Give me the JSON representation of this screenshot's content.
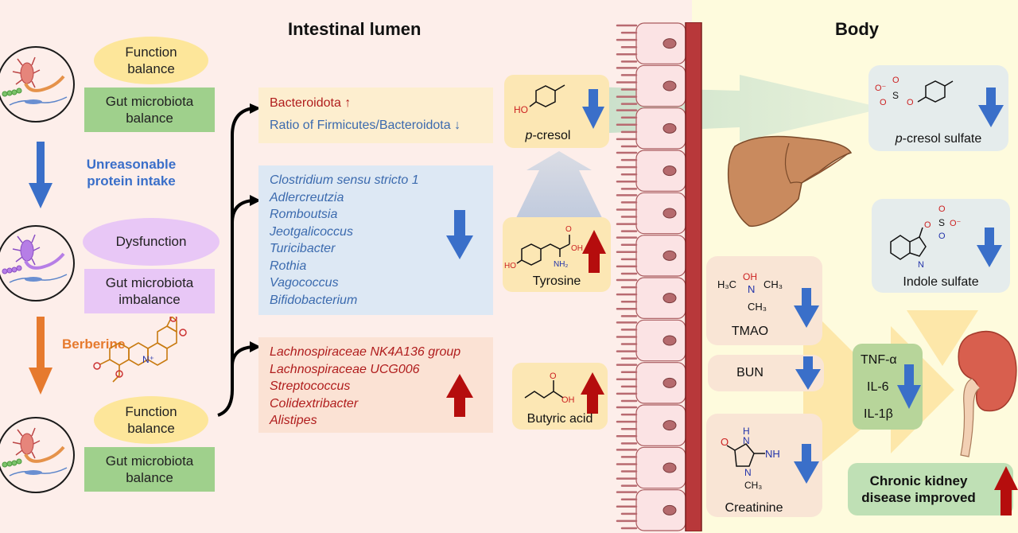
{
  "sections": {
    "lumen_title": "Intestinal lumen",
    "body_title": "Body"
  },
  "left_flow": {
    "state1": {
      "ellipse": "Function balance",
      "box": "Gut microbiota balance"
    },
    "transition1": "Unreasonable protein intake",
    "state2": {
      "ellipse": "Dysfunction",
      "box": "Gut microbiota imbalance"
    },
    "transition2": "Berberine",
    "state3": {
      "ellipse": "Function balance",
      "box": "Gut microbiota balance"
    }
  },
  "lumen_panels": {
    "phylum": [
      {
        "text": "Bacteroidota ↑",
        "trend": "up"
      },
      {
        "text": "Ratio of Firmicutes/Bacteroidota ↓",
        "trend": "down"
      }
    ],
    "decreased_genera": {
      "trend": "down",
      "items": [
        "Clostridium sensu stricto 1",
        "Adlercreutzia",
        "Romboutsia",
        "Jeotgalicoccus",
        "Turicibacter",
        "Rothia",
        "Vagococcus",
        "Bifidobacterium"
      ]
    },
    "increased_genera": {
      "trend": "up",
      "items": [
        "Lachnospiraceae NK4A136 group",
        "Lachnospiraceae UCG006",
        "Streptococcus",
        "Colidextribacter",
        "Alistipes"
      ]
    }
  },
  "metabolites_lumen": [
    {
      "name": "p-cresol",
      "prefix": "p",
      "suffix": "-cresol",
      "trend": "down"
    },
    {
      "name": "Tyrosine",
      "trend": "up"
    },
    {
      "name": "Butyric acid",
      "trend": "up"
    }
  ],
  "body_items": {
    "pcresol_sulfate": {
      "prefix": "p",
      "suffix": "-cresol sulfate",
      "trend": "down"
    },
    "indole_sulfate": {
      "label": "Indole sulfate",
      "trend": "down"
    },
    "tmao": {
      "label": "TMAO",
      "trend": "down"
    },
    "bun": {
      "label": "BUN",
      "trend": "down"
    },
    "creatinine": {
      "label": "Creatinine",
      "trend": "down"
    },
    "cytokines": {
      "items": [
        "TNF-α",
        "IL-6",
        "IL-1β"
      ],
      "trend": "down"
    },
    "outcome": {
      "label": "Chronic kidney disease improved",
      "trend": "up"
    }
  },
  "chem_labels": {
    "ho": "HO",
    "oh": "OH",
    "nh2": "NH₂",
    "n_plus": "N⁺",
    "h3c": "H₃C",
    "ch3": "CH₃",
    "nh": "NH",
    "n": "N",
    "h": "H",
    "o": "O",
    "s": "S",
    "o_minus": "O⁻"
  },
  "colors": {
    "down_arrow": "#3a6fc9",
    "up_arrow": "#b50d0d",
    "berberine": "#e67a2e",
    "protein_text": "#3a6fc9"
  }
}
